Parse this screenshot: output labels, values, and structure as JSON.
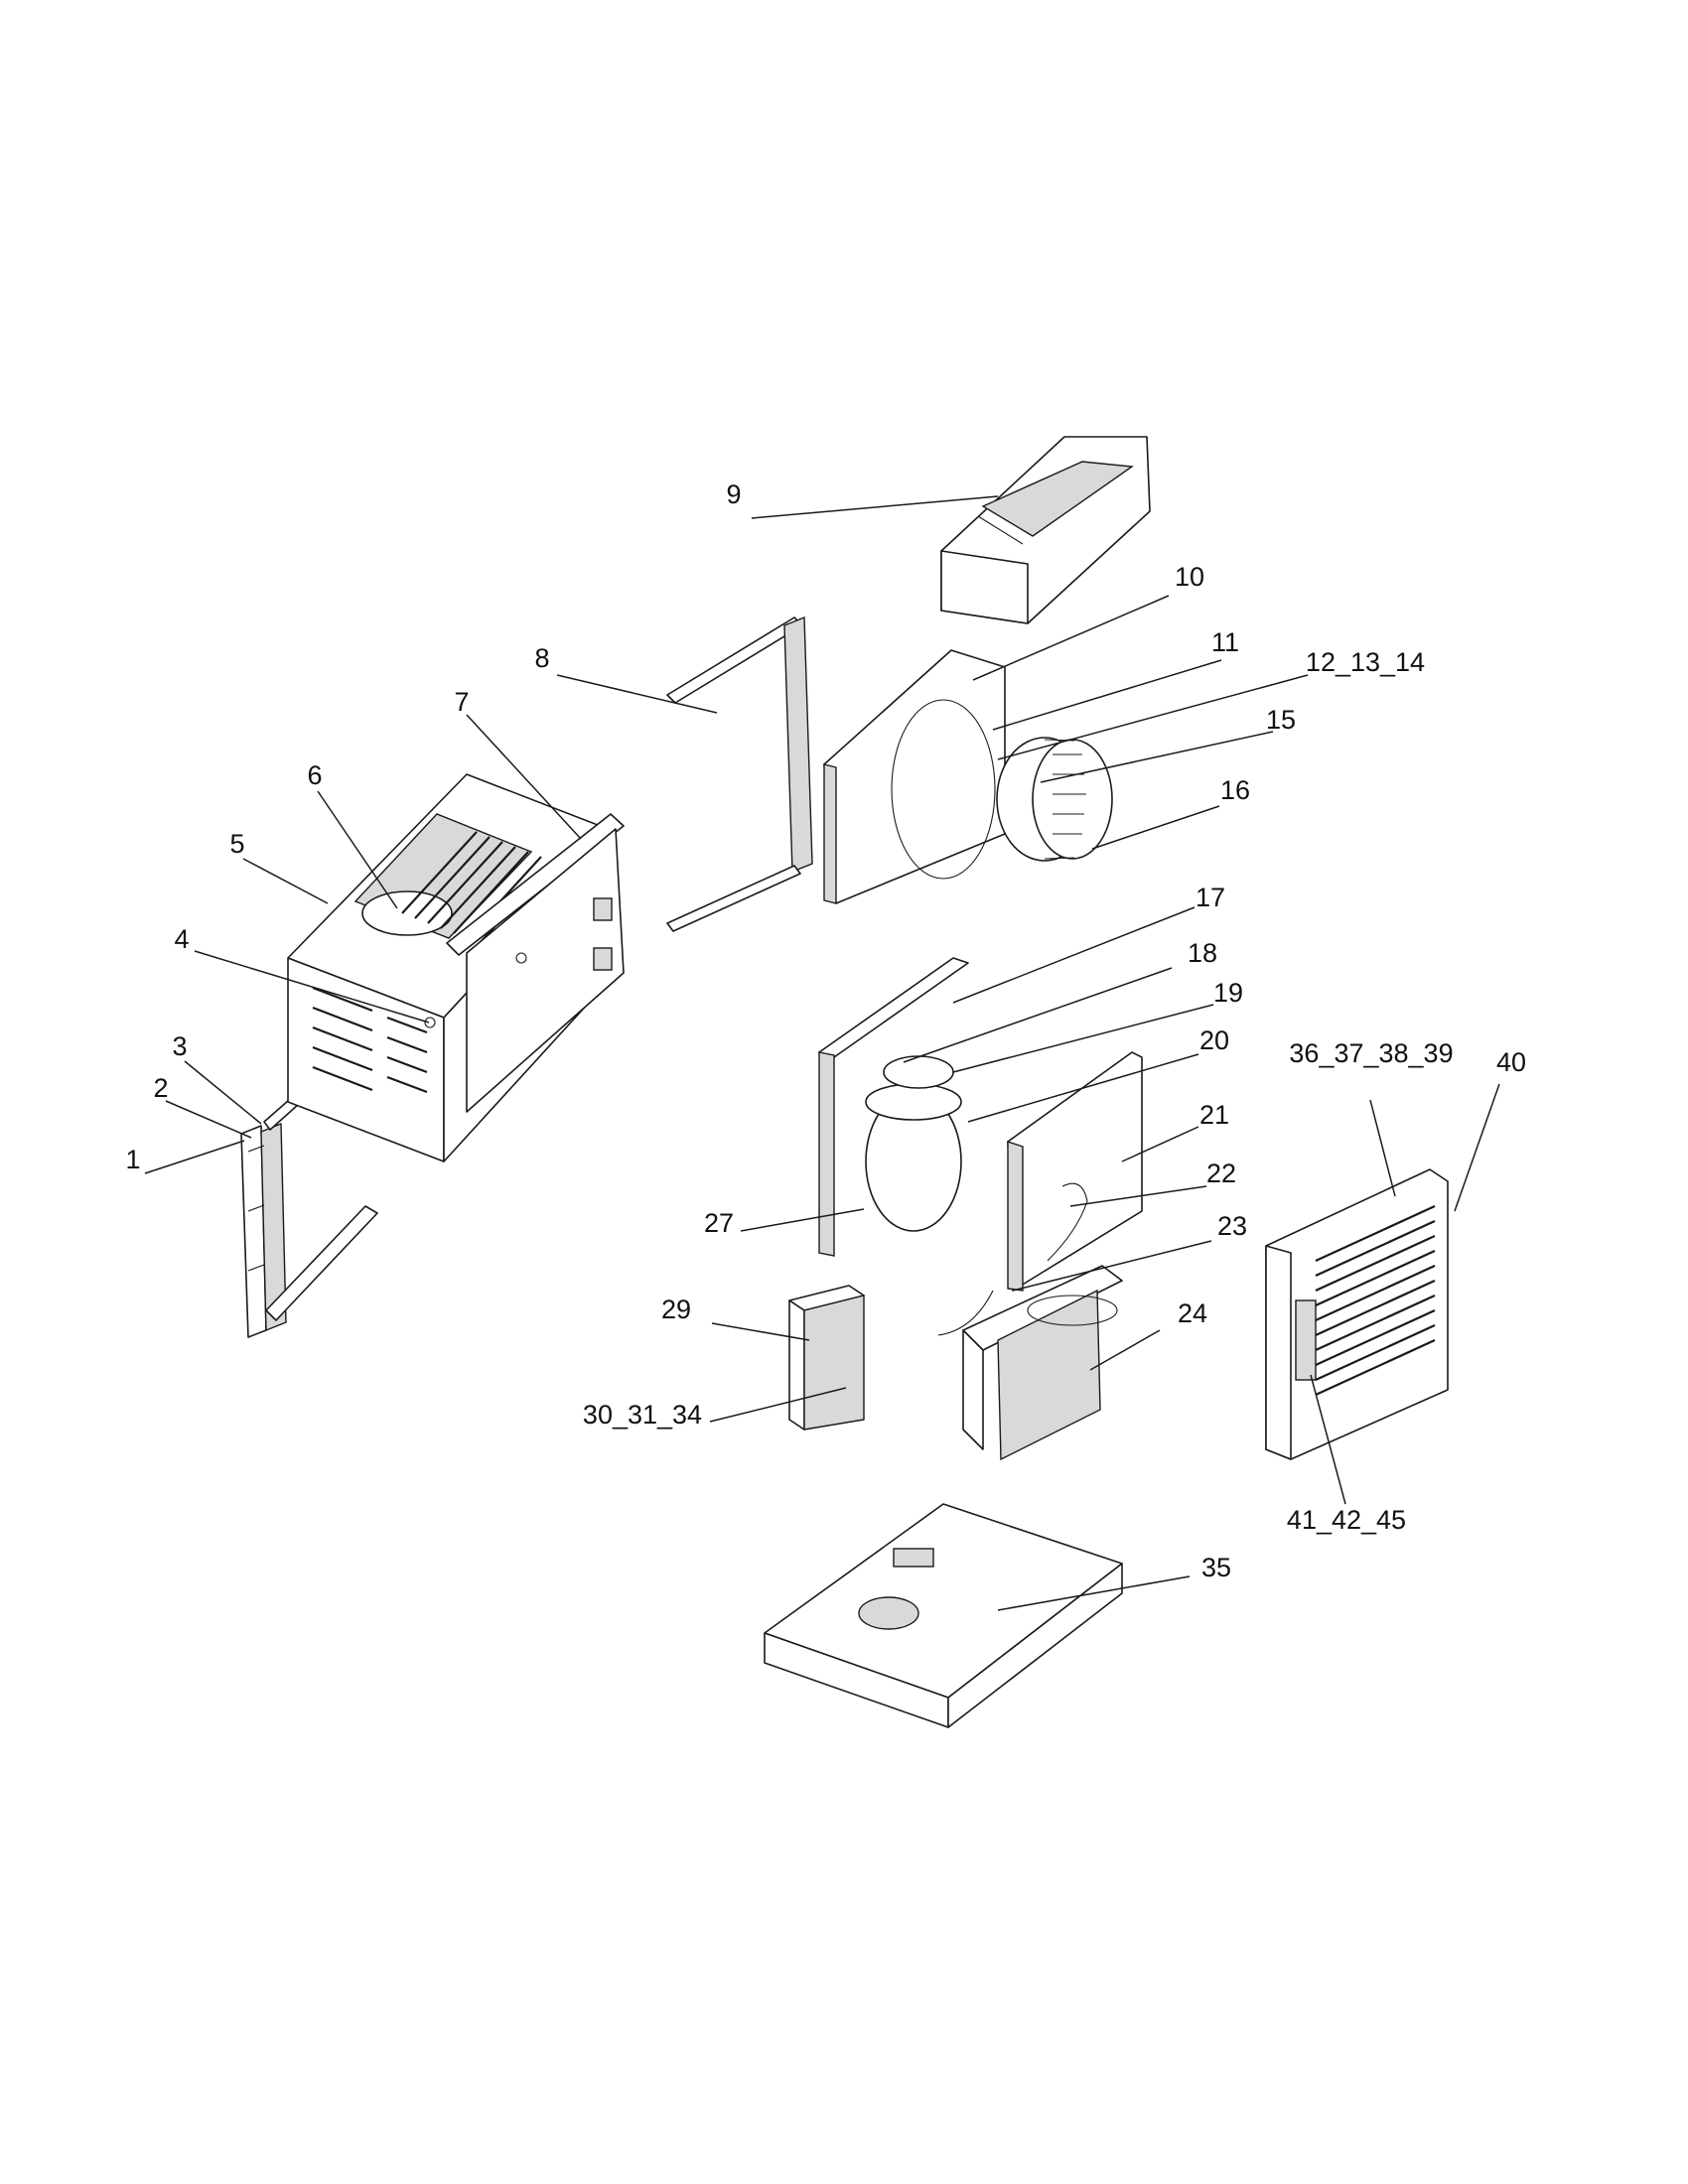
{
  "callouts": [
    {
      "id": "c1",
      "label": "1"
    },
    {
      "id": "c2",
      "label": "2"
    },
    {
      "id": "c3",
      "label": "3"
    },
    {
      "id": "c4",
      "label": "4"
    },
    {
      "id": "c5",
      "label": "5"
    },
    {
      "id": "c6",
      "label": "6"
    },
    {
      "id": "c7",
      "label": "7"
    },
    {
      "id": "c8",
      "label": "8"
    },
    {
      "id": "c9",
      "label": "9"
    },
    {
      "id": "c10",
      "label": "10"
    },
    {
      "id": "c11",
      "label": "11"
    },
    {
      "id": "c12",
      "label": "12_13_14"
    },
    {
      "id": "c15",
      "label": "15"
    },
    {
      "id": "c16",
      "label": "16"
    },
    {
      "id": "c17",
      "label": "17"
    },
    {
      "id": "c18",
      "label": "18"
    },
    {
      "id": "c19",
      "label": "19"
    },
    {
      "id": "c20",
      "label": "20"
    },
    {
      "id": "c21",
      "label": "21"
    },
    {
      "id": "c22",
      "label": "22"
    },
    {
      "id": "c23",
      "label": "23"
    },
    {
      "id": "c24",
      "label": "24"
    },
    {
      "id": "c27",
      "label": "27"
    },
    {
      "id": "c29",
      "label": "29"
    },
    {
      "id": "c30",
      "label": "30_31_34"
    },
    {
      "id": "c35",
      "label": "35"
    },
    {
      "id": "c36",
      "label": "36_37_38_39"
    },
    {
      "id": "c40",
      "label": "40"
    },
    {
      "id": "c41",
      "label": "41_42_45"
    }
  ]
}
